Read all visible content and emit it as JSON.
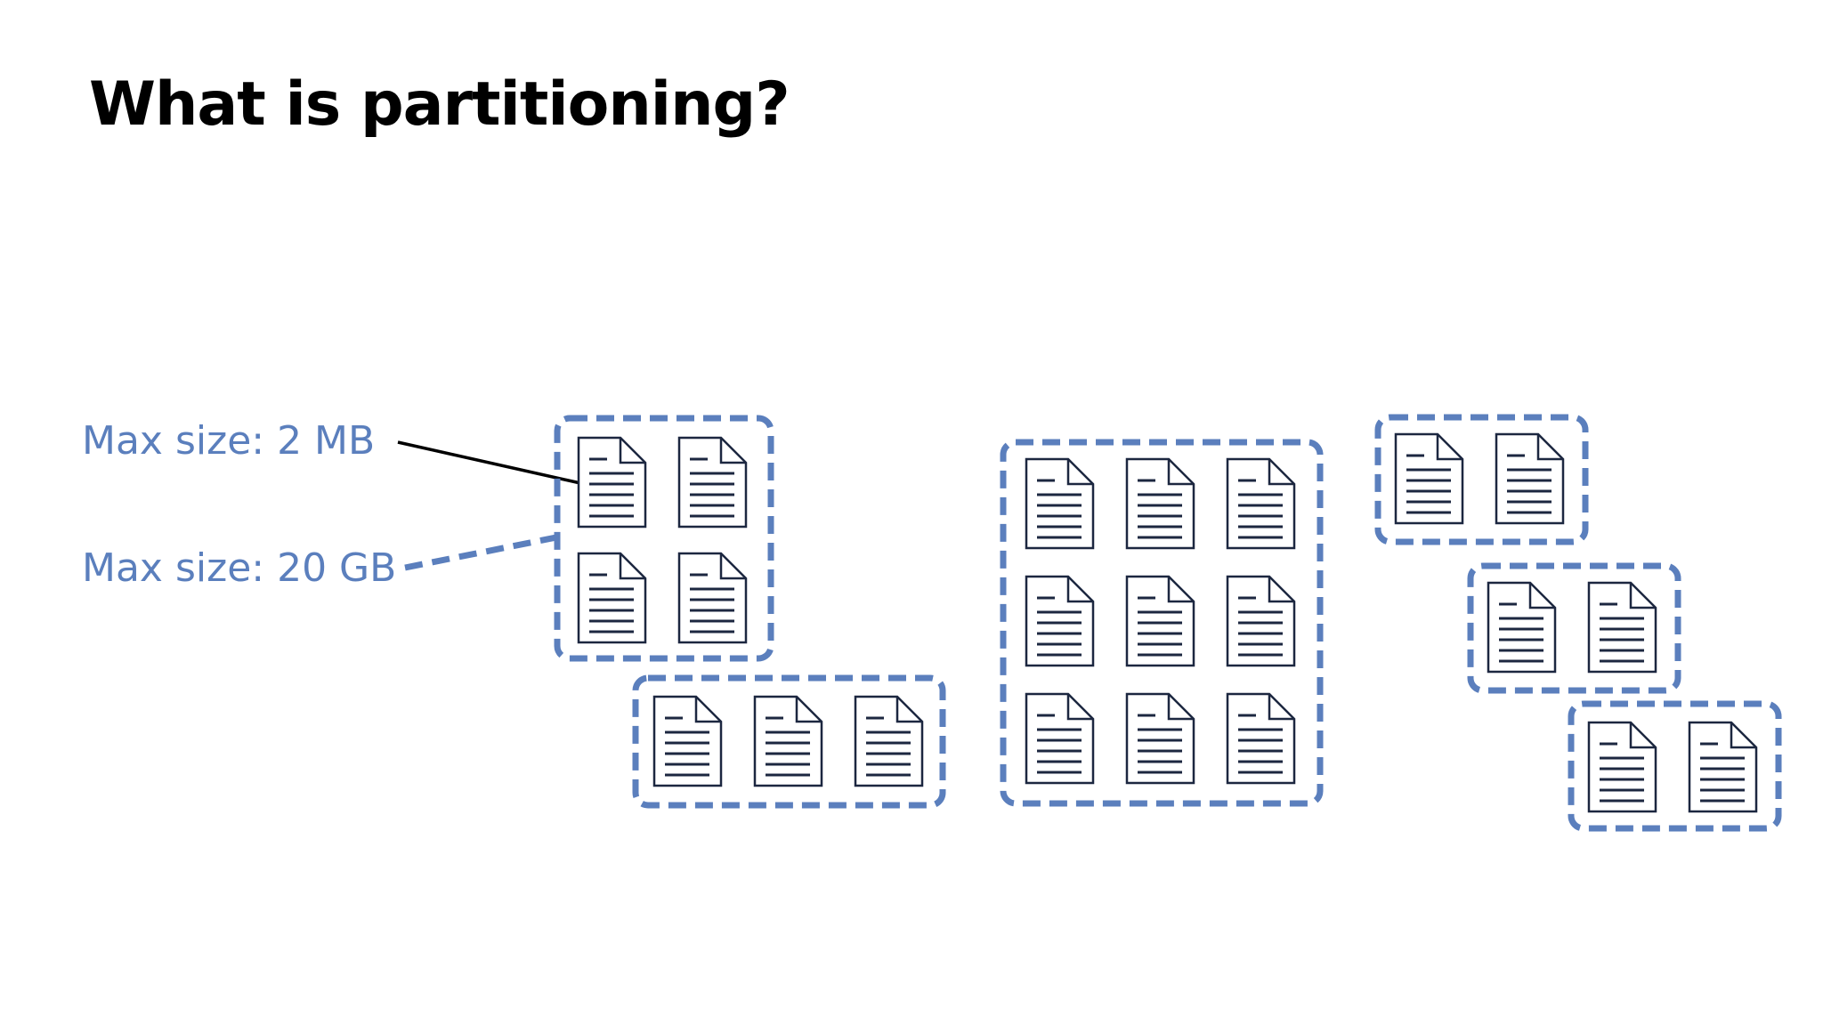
{
  "slide": {
    "title": "What is partitioning?"
  },
  "callouts": {
    "document_limit": "Max size: 2 MB",
    "partition_limit": "Max size: 20 GB"
  },
  "colors": {
    "partition_border": "#5b7fbd",
    "label_text": "#5b7fbd",
    "document_stroke": "#1c2740",
    "title_text": "#000000"
  },
  "icons": {
    "document": "document-icon"
  },
  "partitions": [
    {
      "documents": 4
    },
    {
      "documents": 3
    },
    {
      "documents": 9
    },
    {
      "documents": 2
    },
    {
      "documents": 2
    },
    {
      "documents": 2
    }
  ]
}
